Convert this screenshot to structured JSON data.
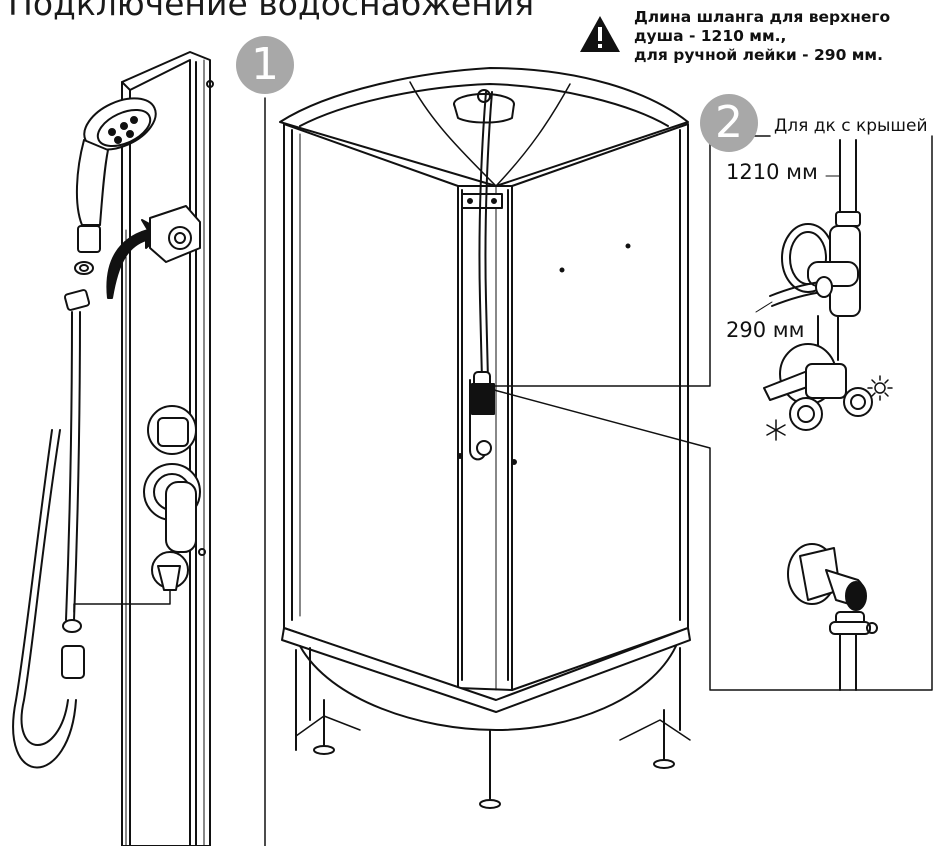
{
  "title": "Подключение водоснабжения",
  "warning": {
    "line1": "Длина шланга для верхнего",
    "line2": "душа - 1210 мм.,",
    "line3": "для ручной лейки - 290 мм.",
    "icon": "warning-triangle-icon"
  },
  "steps": [
    {
      "number": "1"
    },
    {
      "number": "2"
    }
  ],
  "detail": {
    "roof_label": "Для дк с крышей",
    "hose_top_length": "1210 мм",
    "hose_hand_length": "290 мм"
  },
  "icons": {
    "hot": "sun-icon",
    "cold": "snowflake-icon",
    "arrow": "curved-arrow-icon"
  }
}
